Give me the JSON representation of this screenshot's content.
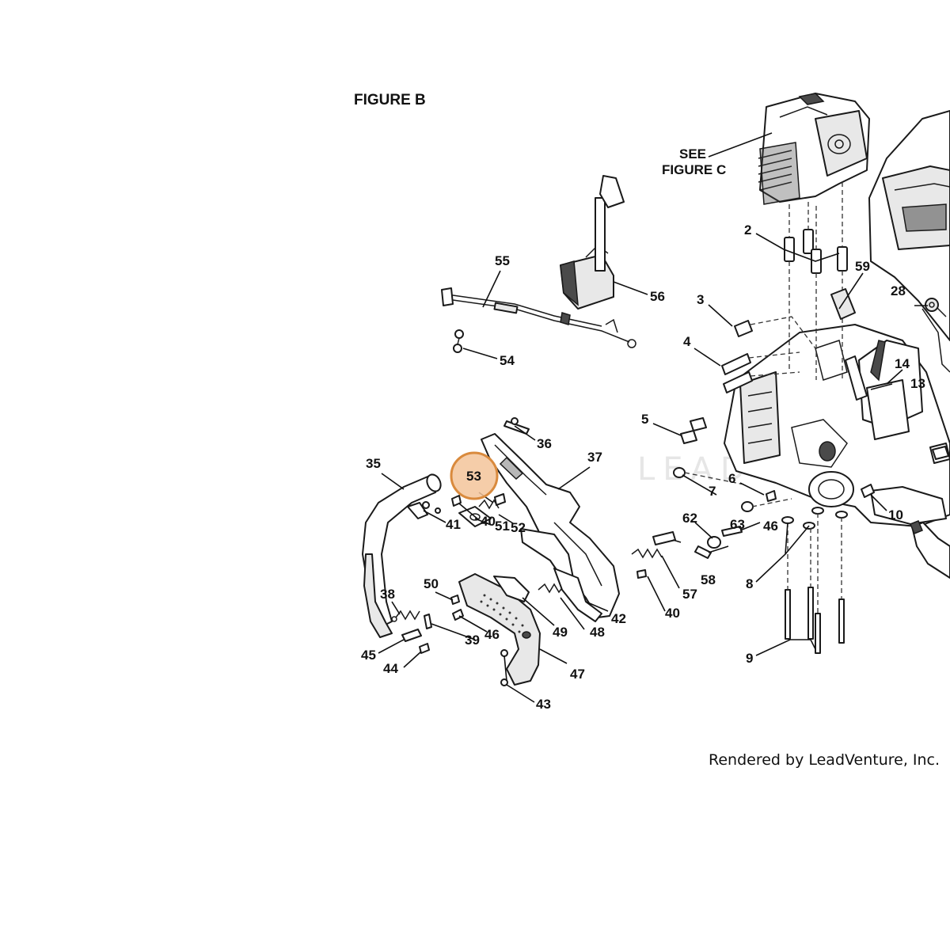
{
  "figure": {
    "title": "FIGURE B",
    "see_figure_line1": "SEE",
    "see_figure_line2": "FIGURE C",
    "credit": "Rendered by LeadVenture, Inc.",
    "watermark": "LEADVENTURE",
    "highlight_color": "#f3c49a",
    "highlight_stroke": "#d98a3d"
  },
  "highlighted_callout": "53",
  "callouts": [
    {
      "id": "2",
      "label": "2"
    },
    {
      "id": "3",
      "label": "3"
    },
    {
      "id": "4",
      "label": "4"
    },
    {
      "id": "5",
      "label": "5"
    },
    {
      "id": "6",
      "label": "6"
    },
    {
      "id": "7",
      "label": "7"
    },
    {
      "id": "8",
      "label": "8"
    },
    {
      "id": "9",
      "label": "9"
    },
    {
      "id": "10",
      "label": "10"
    },
    {
      "id": "13",
      "label": "13"
    },
    {
      "id": "14",
      "label": "14"
    },
    {
      "id": "28",
      "label": "28"
    },
    {
      "id": "35",
      "label": "35"
    },
    {
      "id": "36",
      "label": "36"
    },
    {
      "id": "37",
      "label": "37"
    },
    {
      "id": "38",
      "label": "38"
    },
    {
      "id": "39",
      "label": "39"
    },
    {
      "id": "40a",
      "label": "40"
    },
    {
      "id": "40b",
      "label": "40"
    },
    {
      "id": "41",
      "label": "41"
    },
    {
      "id": "42",
      "label": "42"
    },
    {
      "id": "43",
      "label": "43"
    },
    {
      "id": "44",
      "label": "44"
    },
    {
      "id": "45",
      "label": "45"
    },
    {
      "id": "46a",
      "label": "46"
    },
    {
      "id": "46b",
      "label": "46"
    },
    {
      "id": "47",
      "label": "47"
    },
    {
      "id": "48",
      "label": "48"
    },
    {
      "id": "49",
      "label": "49"
    },
    {
      "id": "50",
      "label": "50"
    },
    {
      "id": "51",
      "label": "51"
    },
    {
      "id": "52",
      "label": "52"
    },
    {
      "id": "53",
      "label": "53"
    },
    {
      "id": "54",
      "label": "54"
    },
    {
      "id": "55",
      "label": "55"
    },
    {
      "id": "56",
      "label": "56"
    },
    {
      "id": "57",
      "label": "57"
    },
    {
      "id": "58",
      "label": "58"
    },
    {
      "id": "59",
      "label": "59"
    },
    {
      "id": "62",
      "label": "62"
    },
    {
      "id": "63",
      "label": "63"
    }
  ]
}
